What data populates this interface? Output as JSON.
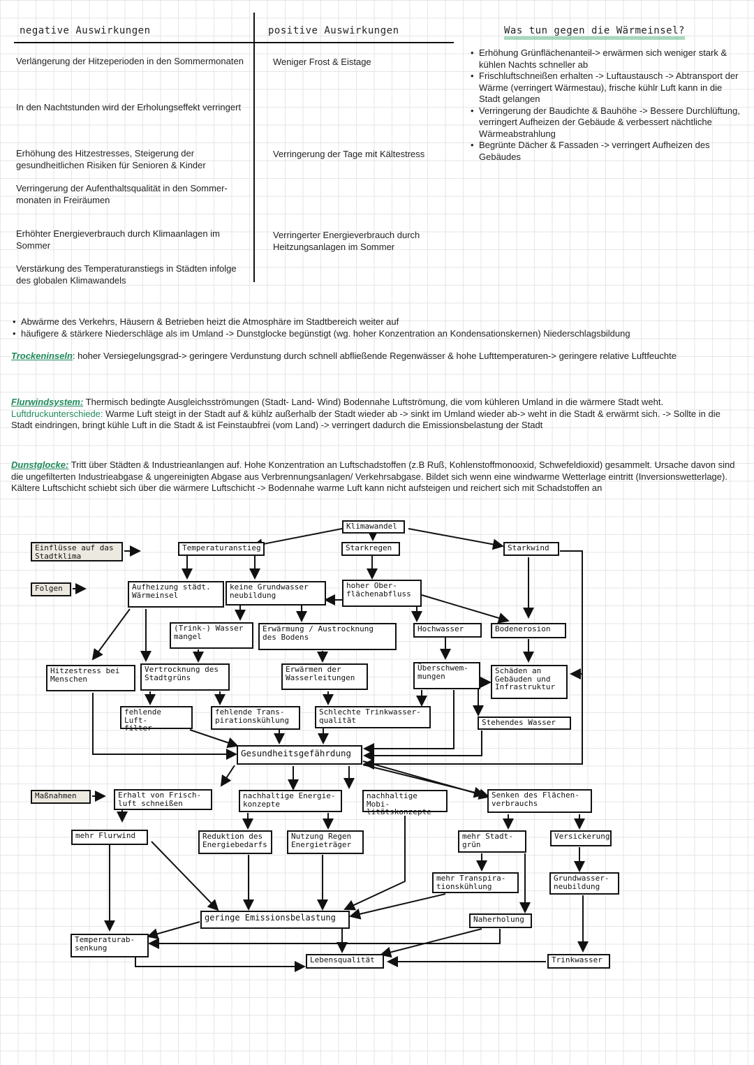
{
  "table": {
    "headers": {
      "negative": "negative Auswirkungen",
      "positive": "positive Auswirkungen",
      "measures": "Was tun gegen die Wärmeinsel?"
    },
    "negative": [
      "Verlängerung der Hitzeperioden in den Sommermonaten",
      "In den Nachtstunden wird der Erholungseffekt verringert",
      "Erhöhung des Hitzestresses, Steigerung der gesundheitlichen Risiken für Senioren & Kinder",
      "Verringerung der Aufenthaltsqualität in den Sommer-monaten in Freiräumen",
      "Erhöhter Energieverbrauch durch Klimaanlagen im Sommer",
      "Verstärkung des Temperaturanstiegs in Städten infolge des globalen Klimawandels"
    ],
    "positive": [
      "Weniger Frost & Eistage",
      "Verringerung der Tage mit Kältestress",
      "Verringerter Energieverbrauch durch Heitzungsanlagen im Sommer"
    ],
    "measures": [
      "Erhöhung Grünflächenanteil-> erwärmen sich weniger stark & kühlen Nachts schneller ab",
      "Frischluftschneißen erhalten -> Luftaustausch -> Abtransport der Wärme (verringert Wärmestau), frische kühlr Luft kann in die Stadt gelangen",
      "Verringerung der Baudichte & Bauhöhe -> Bessere Durchlüftung, verringert Aufheizen der Gebäude & verbessert nächtliche Wärmeabstrahlung",
      "Begrünte Dächer & Fassaden -> verringert Aufheizen des Gebäudes"
    ]
  },
  "notes": [
    "Abwärme des Verkehrs, Häusern & Betrieben heizt die Atmosphäre im Stadtbereich weiter auf",
    "häufigere & stärkere Niederschläge als im Umland -> Dunstglocke begünstigt (wg. hoher Konzentration an Kondensationskernen) Niederschlagsbildung"
  ],
  "trocken": {
    "term": "Trockeninseln",
    "text": ": hoher Versiegelungsgrad-> geringere Verdunstung durch schnell abfließende Regenwässer & hohe Lufttemperaturen-> geringere relative Luftfeuchte"
  },
  "flurwind": {
    "term": "Flurwindsystem:",
    "text": " Thermisch bedingte Ausgleichsströmungen (Stadt- Land- Wind) Bodennahe Luftströmung, die vom kühleren Umland in die wärmere Stadt weht.",
    "term2": "Luftdruckunterschiede:",
    "text2": " Warme Luft steigt in der Stadt auf & kühlz außerhalb der Stadt wieder ab -> sinkt im Umland wieder ab-> weht in die Stadt & erwärmt sich.  -> Sollte in die Stadt eindringen, bringt kühle  Luft in die Stadt & ist Feinstaubfrei (vom Land) -> verringert dadurch die Emissionsbelastung der Stadt"
  },
  "dunst": {
    "term": "Dunstglocke:",
    "text": " Tritt über Städten & Industrieanlangen auf. Hohe Konzentration an Luftschadstoffen (z.B Ruß, Kohlenstoffmonooxid, Schwefeldioxid)  gesammelt. Ursache davon sind die ungefilterten Industrieabgase & ungereinigten Abgase aus Verbrennungsanlagen/ Verkehrsabgase. Bildet sich wenn eine windwarme Wetterlage eintritt (Inversionswetterlage). Kältere Luftschicht schiebt sich über die wärmere Luftschicht -> Bodennahe warme Luft kann nicht aufsteigen und reichert sich mit Schadstoffen an"
  },
  "diagram": {
    "labels": {
      "einfluss": "Einflüsse auf das Stadtklima",
      "folgen": "Folgen",
      "massnahmen": "Maßnahmen"
    },
    "nodes": {
      "klimawandel": "Klimawandel",
      "temperaturanstieg": "Temperaturanstieg",
      "starkregen": "Starkregen",
      "starkwind": "Starkwind",
      "aufheizung": "Aufheizung städt.\nWärmeinsel",
      "grundwasser": "keine Grundwasser\nneubildung",
      "abfluss": "hoher Ober-\nflächenabfluss",
      "trinkwassermangel": "(Trink-) Wasser\nmangel",
      "erwaermung": "Erwärmung / Austrocknung\ndes Bodens",
      "hochwasser": "Hochwasser",
      "bodenerosion": "Bodenerosion",
      "hitzestress": "Hitzestress bei\nMenschen",
      "vertrocknung": "Vertrocknung des\nStadtgrüns",
      "wasserleitungen": "Erwärmen der\nWasserleitungen",
      "ueberschwemmungen": "Überschwem-\nmungen",
      "schaeden": "Schäden an\nGebäuden und\nInfrastruktur",
      "luftfilter": "fehlende Luft-\nfilter",
      "transpiration": "fehlende Trans-\npirationskühlung",
      "trinkwasserqualitaet": "Schlechte Trinkwasser-\nqualität",
      "stehendes": "Stehendes Wasser",
      "gesundheit": "Gesundheitsgefährdung",
      "frischluft": "Erhalt von Frisch-\nluft schneißen",
      "energiekonzepte": "nachhaltige Energie-\nkonzepte",
      "mobilitaet": "nachhaltige Mobi-\nlitätskonzepte",
      "flaechen": "Senken des Flächen-\nverbrauchs",
      "flurwind": "mehr Flurwind",
      "energiebedarf": "Reduktion des\nEnergiebedarfs",
      "regenergie": "Nutzung Regen\nEnergieträger",
      "stadtgruen": "mehr Stadt-\ngrün",
      "versickerung": "Versickerung",
      "transkuehlung": "mehr Transpira-\ntionskühlung",
      "grundwasserneu": "Grundwasser-\nneubildung",
      "emission": "geringe Emissionsbelastung",
      "naherholung": "Naherholung",
      "temperatursenkung": "Temperaturab-\nsenkung",
      "lebensqualitaet": "Lebensqualität",
      "trinkwasser": "Trinkwasser"
    }
  }
}
